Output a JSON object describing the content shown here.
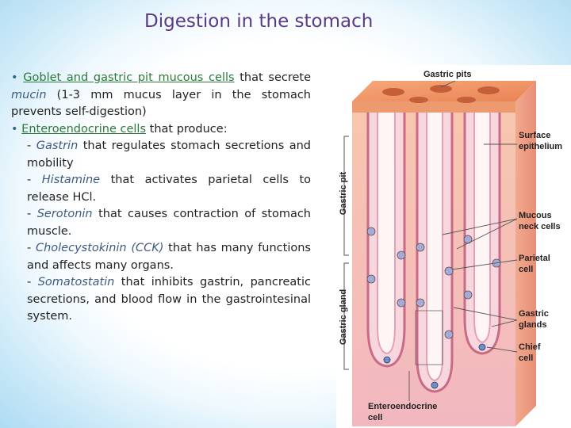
{
  "title": "Digestion in the stomach",
  "bullet_char": "•",
  "p1": {
    "term": "Goblet and gastric pit mucous cells",
    "after": " that secrete",
    "mucin": "mucin",
    "rest": " (1-3 mm mucus layer in the stomach prevents self-digestion)"
  },
  "p2": {
    "term": "Enteroendocrine cells",
    "after": " that produce:"
  },
  "items": [
    {
      "dash": "- ",
      "name": "Gastrin",
      "desc": " that regulates stomach secretions and mobility"
    },
    {
      "dash": "- ",
      "name": "Histamine",
      "desc": " that activates parietal cells to release HCl."
    },
    {
      "dash": "- ",
      "name": "Serotonin",
      "desc": " that causes contraction of stomach muscle."
    },
    {
      "dash": "- ",
      "name": "Cholecystokinin (CCK)",
      "desc": " that has many functions and affects many organs."
    },
    {
      "dash": "- ",
      "name": "Somatostatin",
      "desc": " that inhibits gastrin, pancreatic secretions, and blood flow in the gastrointesinal system."
    }
  ],
  "figure": {
    "labels": {
      "gastric_pits": "Gastric pits",
      "surface_1": "Surface",
      "surface_2": "epithelium",
      "mucous_1": "Mucous",
      "mucous_2": "neck cells",
      "parietal_1": "Parietal",
      "parietal_2": "cell",
      "glands_1": "Gastric",
      "glands_2": "glands",
      "chief_1": "Chief",
      "chief_2": "cell",
      "entero_1": "Enteroendocrine",
      "entero_2": "cell",
      "gastric_pit": "Gastric pit",
      "gastric_gland": "Gastric gland"
    }
  }
}
